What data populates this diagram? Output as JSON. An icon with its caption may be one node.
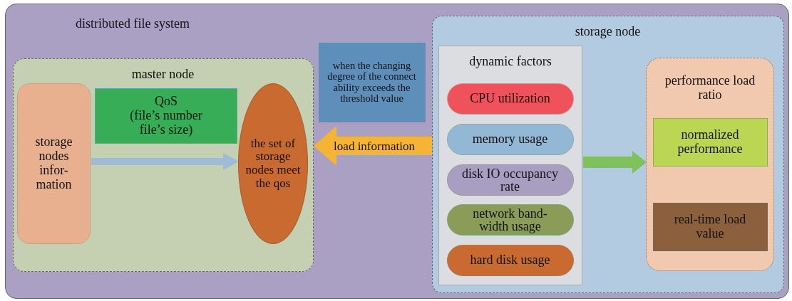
{
  "diagram": {
    "nodes": [
      {
        "text": [
          "distributed file system"
        ]
      },
      {
        "text": [
          "master node"
        ],
        "in": 0
      },
      {
        "text": [
          "storage nodes infor- mation"
        ],
        "in": 1
      },
      {
        "text": [
          "QoS",
          "(file’s number file’s size)"
        ],
        "in": 1
      },
      {
        "text": [
          "the set of storage nodes meet the qos"
        ],
        "in": 1
      },
      {
        "text": [
          "when the changing degree of the connect ability exceeds the threshold value"
        ],
        "in": 0
      },
      {
        "text": [
          "storage node"
        ],
        "in": 0
      },
      {
        "text": [
          "dynamic factors"
        ],
        "in": 6
      },
      {
        "text": [
          "CPU utilization"
        ],
        "in": 7
      },
      {
        "text": [
          "memory usage"
        ],
        "in": 7
      },
      {
        "text": [
          "disk IO occupancy rate"
        ],
        "in": 7
      },
      {
        "text": [
          "network band- width usage"
        ],
        "in": 7
      },
      {
        "text": [
          "hard disk usage"
        ],
        "in": 7
      },
      {
        "text": [
          "performance load ratio"
        ],
        "in": 6
      },
      {
        "text": [
          "normalized performance"
        ],
        "in": 13
      },
      {
        "text": [
          "real-time load value"
        ],
        "in": 13
      }
    ],
    "edges": [
      {
        "from": 2,
        "to": 4,
        "arrow": "to",
        "color": "#9ebbd8"
      },
      {
        "from": 6,
        "to": 1,
        "arrow": "to",
        "label": "load information",
        "color": "#f5b433"
      },
      {
        "from": 7,
        "to": 13,
        "arrow": "to",
        "color": "#7fc25b"
      }
    ]
  }
}
